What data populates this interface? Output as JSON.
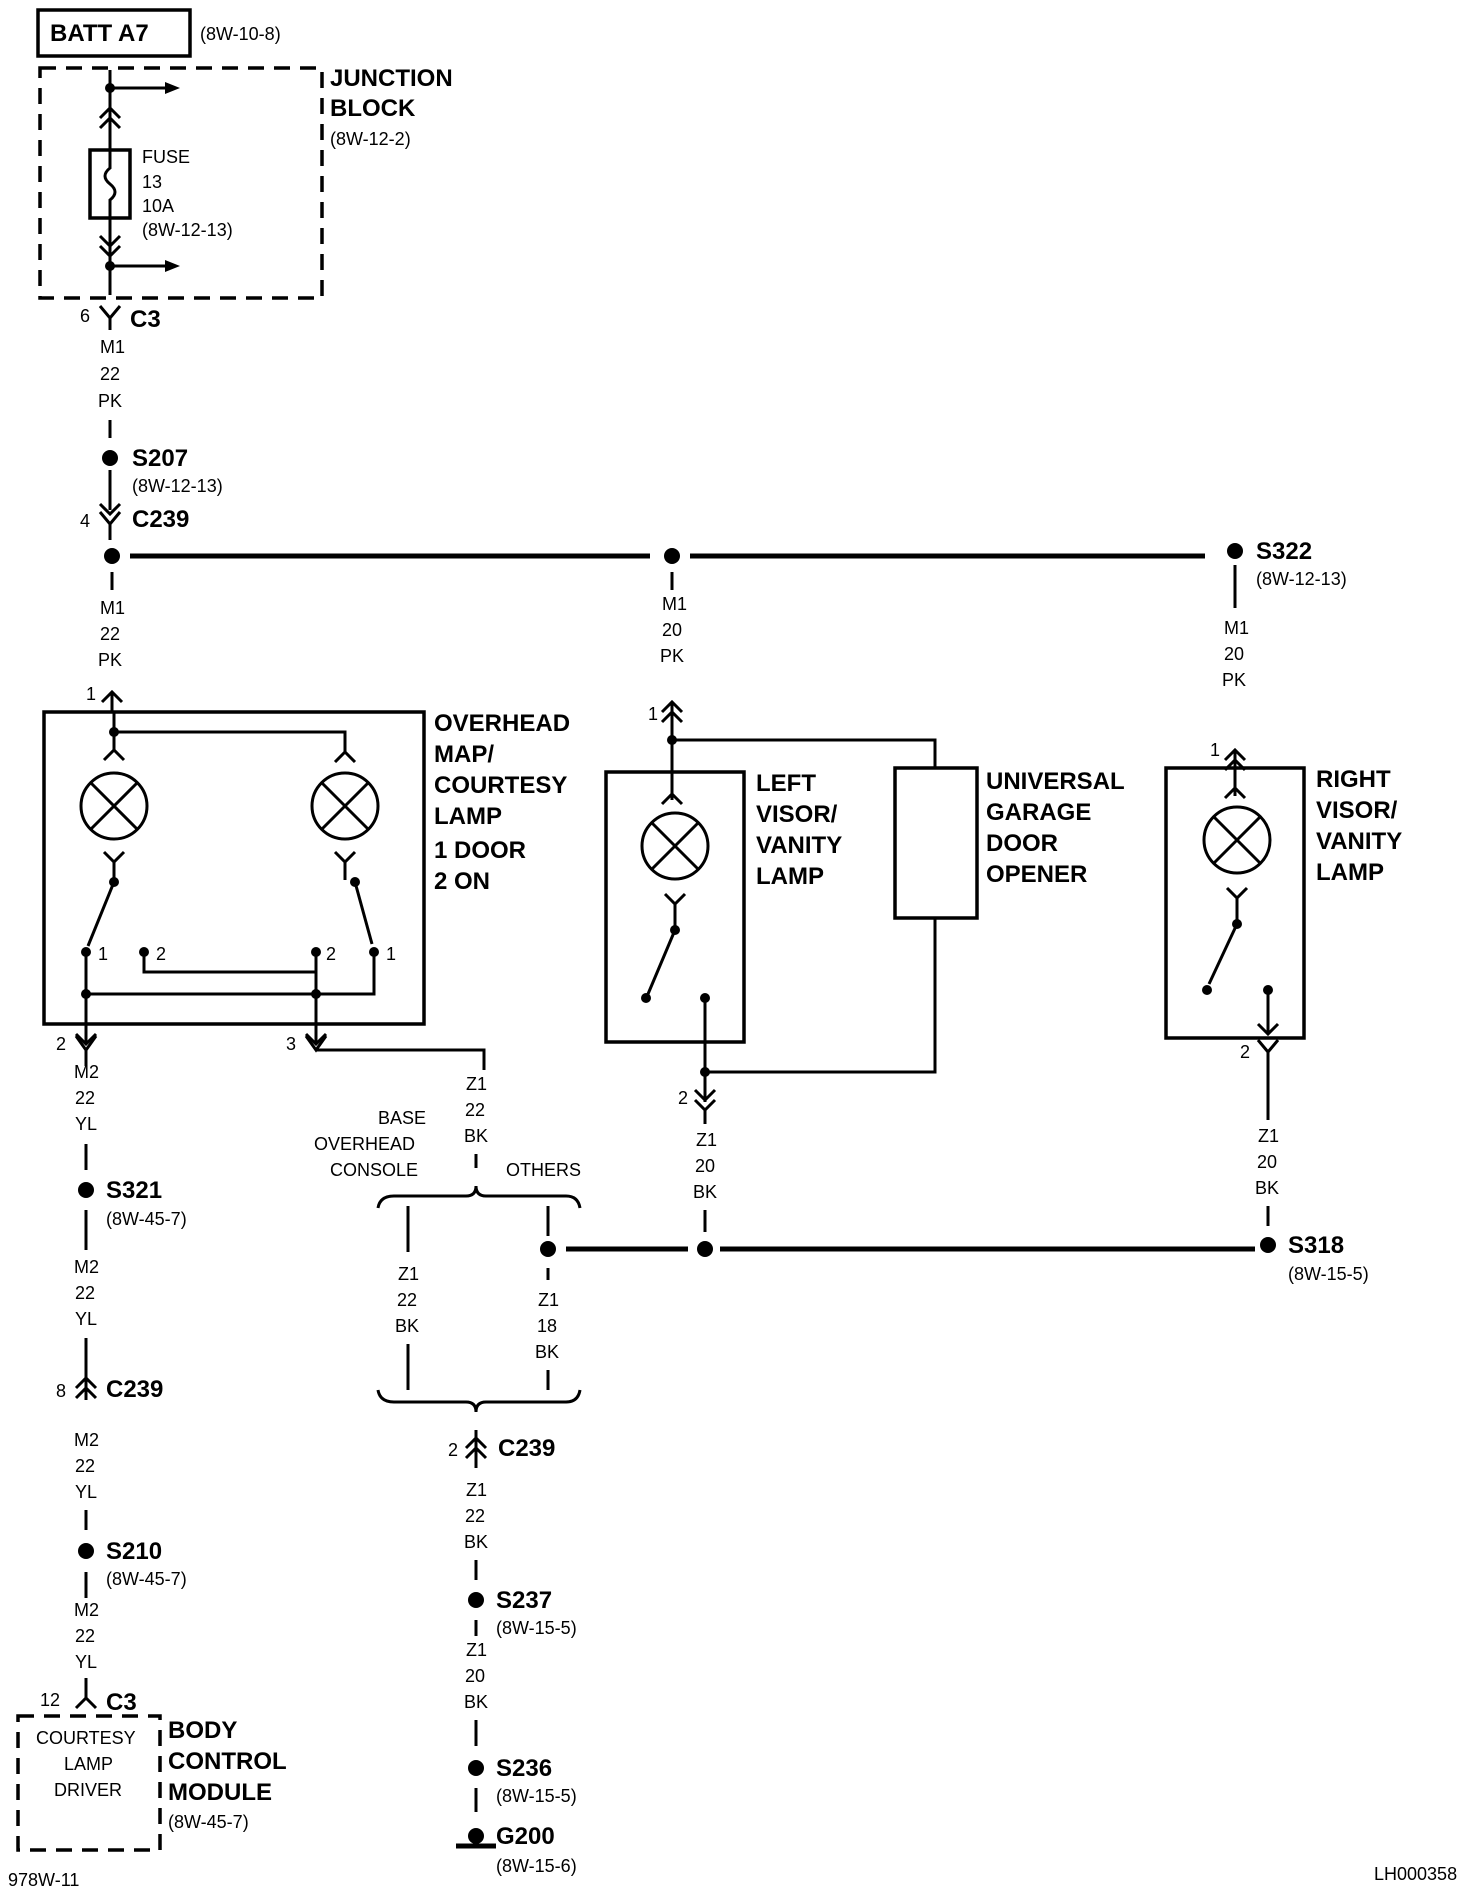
{
  "diagram": {
    "batt": {
      "label": "BATT A7",
      "ref": "(8W-10-8)"
    },
    "junction_block": {
      "title1": "JUNCTION",
      "title2": "BLOCK",
      "ref": "(8W-12-2)"
    },
    "fuse": {
      "l1": "FUSE",
      "l2": "13",
      "l3": "10A",
      "ref": "(8W-12-13)"
    },
    "c3_top": {
      "pin": "6",
      "name": "C3"
    },
    "wire_m1_22_pk": {
      "circuit": "M1",
      "gauge": "22",
      "color": "PK"
    },
    "s207": {
      "name": "S207",
      "ref": "(8W-12-13)"
    },
    "c239_top": {
      "pin": "4",
      "name": "C239"
    },
    "s322": {
      "name": "S322",
      "ref": "(8W-12-13)"
    },
    "wire_m1_20_pk": {
      "circuit": "M1",
      "gauge": "20",
      "color": "PK"
    },
    "overhead": {
      "pin_in": "1",
      "l1": "OVERHEAD",
      "l2": "MAP/",
      "l3": "COURTESY",
      "l4": "LAMP",
      "l5": "1 DOOR",
      "l6": "2 ON",
      "sw1": "1",
      "sw2": "2",
      "pin_out_left": "2",
      "pin_out_right": "3"
    },
    "left_visor": {
      "pin_in": "1",
      "l1": "LEFT",
      "l2": "VISOR/",
      "l3": "VANITY",
      "l4": "LAMP",
      "pin_out": "2"
    },
    "garage": {
      "l1": "UNIVERSAL",
      "l2": "GARAGE",
      "l3": "DOOR",
      "l4": "OPENER"
    },
    "right_visor": {
      "pin_in": "1",
      "l1": "RIGHT",
      "l2": "VISOR/",
      "l3": "VANITY",
      "l4": "LAMP",
      "pin_out": "2"
    },
    "wire_m2_22_yl": {
      "circuit": "M2",
      "gauge": "22",
      "color": "YL"
    },
    "s321": {
      "name": "S321",
      "ref": "(8W-45-7)"
    },
    "c239_left": {
      "pin": "8",
      "name": "C239"
    },
    "s210": {
      "name": "S210",
      "ref": "(8W-45-7)"
    },
    "c3_bottom": {
      "pin": "12",
      "name": "C3"
    },
    "bcm": {
      "inner1": "COURTESY",
      "inner2": "LAMP",
      "inner3": "DRIVER",
      "l1": "BODY",
      "l2": "CONTROL",
      "l3": "MODULE",
      "ref": "(8W-45-7)"
    },
    "wire_z1_22_bk": {
      "circuit": "Z1",
      "gauge": "22",
      "color": "BK"
    },
    "wire_z1_18_bk": {
      "circuit": "Z1",
      "gauge": "18",
      "color": "BK"
    },
    "wire_z1_20_bk": {
      "circuit": "Z1",
      "gauge": "20",
      "color": "BK"
    },
    "variant": {
      "base1": "BASE",
      "base2": "OVERHEAD",
      "base3": "CONSOLE",
      "others": "OTHERS"
    },
    "s318": {
      "name": "S318",
      "ref": "(8W-15-5)"
    },
    "c239_bottom": {
      "pin": "2",
      "name": "C239"
    },
    "s237": {
      "name": "S237",
      "ref": "(8W-15-5)"
    },
    "s236": {
      "name": "S236",
      "ref": "(8W-15-5)"
    },
    "g200": {
      "name": "G200",
      "ref": "(8W-15-6)"
    },
    "footer_left": "978W-11",
    "footer_right": "LH000358"
  }
}
